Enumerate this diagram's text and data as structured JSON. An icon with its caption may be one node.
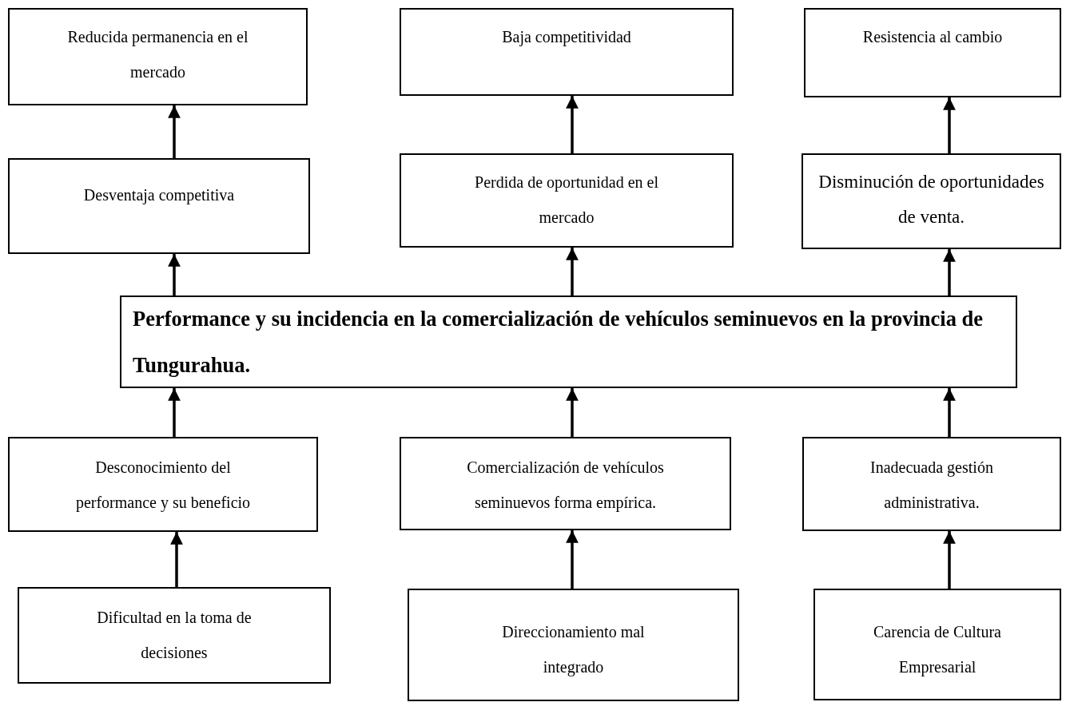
{
  "diagram": {
    "nodes": [
      {
        "text": [
          "Reducida permanencia en el mercado"
        ]
      },
      {
        "text": [
          "Baja competitividad"
        ]
      },
      {
        "text": [
          "Resistencia al cambio"
        ]
      },
      {
        "text": [
          "Desventaja competitiva"
        ]
      },
      {
        "text": [
          "Perdida de oportunidad en el mercado"
        ]
      },
      {
        "text": [
          "Disminución de oportunidades de venta."
        ]
      },
      {
        "text": [
          "Performance y su incidencia en la comercialización de vehículos seminuevos en la provincia de Tungurahua."
        ]
      },
      {
        "text": [
          "Desconocimiento del performance y su beneficio"
        ]
      },
      {
        "text": [
          "Comercialización de vehículos seminuevos forma empírica."
        ]
      },
      {
        "text": [
          "Inadecuada gestión administrativa."
        ]
      },
      {
        "text": [
          "Dificultad en la toma de decisiones"
        ]
      },
      {
        "text": [
          "Direccionamiento mal integrado"
        ]
      },
      {
        "text": [
          "Carencia de Cultura Empresarial"
        ]
      }
    ],
    "edges": [
      {
        "from": 3,
        "to": 0,
        "arrow": "to"
      },
      {
        "from": 4,
        "to": 1,
        "arrow": "to"
      },
      {
        "from": 5,
        "to": 2,
        "arrow": "to"
      },
      {
        "from": 6,
        "to": 3,
        "arrow": "to"
      },
      {
        "from": 6,
        "to": 4,
        "arrow": "to"
      },
      {
        "from": 6,
        "to": 5,
        "arrow": "to"
      },
      {
        "from": 7,
        "to": 6,
        "arrow": "to"
      },
      {
        "from": 8,
        "to": 6,
        "arrow": "to"
      },
      {
        "from": 9,
        "to": 6,
        "arrow": "to"
      },
      {
        "from": 10,
        "to": 7,
        "arrow": "to"
      },
      {
        "from": 11,
        "to": 8,
        "arrow": "to"
      },
      {
        "from": 12,
        "to": 9,
        "arrow": "to"
      }
    ]
  }
}
